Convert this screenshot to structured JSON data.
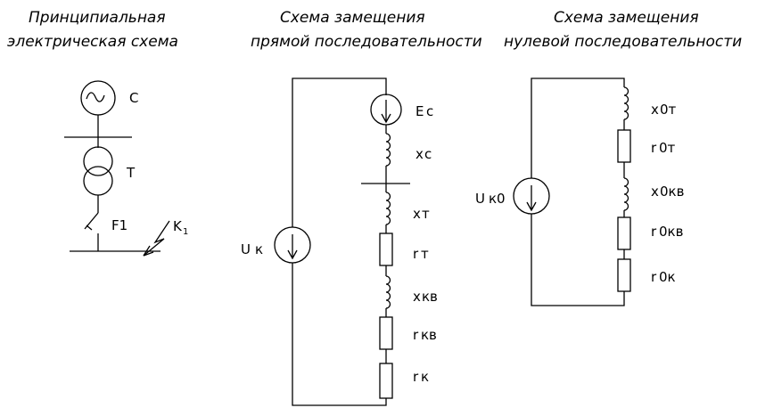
{
  "titles": {
    "principal": [
      "Принципиальная",
      "электрическая схема"
    ],
    "positive": [
      "Схема замещения",
      "прямой последовательности"
    ],
    "zero": [
      "Схема замещения",
      "нулевой последовательности"
    ]
  },
  "principal": {
    "source": "С",
    "transformer": "Т",
    "switch": "F1",
    "fault": {
      "main": "K",
      "sub": "1"
    }
  },
  "positive": {
    "uk": {
      "main": "U",
      "sub": "к"
    },
    "ec": {
      "main": "E",
      "sub": "с"
    },
    "xc": {
      "main": "x",
      "sub": "с"
    },
    "xt": {
      "main": "x",
      "sub": "т"
    },
    "rt": {
      "main": "r",
      "sub": "т"
    },
    "xkv": {
      "main": "x",
      "sub": "кв"
    },
    "rkv": {
      "main": "r",
      "sub": "кв"
    },
    "rk": {
      "main": "r",
      "sub": "к"
    }
  },
  "zero": {
    "uk0": {
      "main": "U",
      "sub": "к0"
    },
    "x0t": {
      "main": "x",
      "sub": "0т"
    },
    "r0t": {
      "main": "r",
      "sub": "0т"
    },
    "x0kv": {
      "main": "x",
      "sub": "0кв"
    },
    "r0kv": {
      "main": "r",
      "sub": "0кв"
    },
    "r0k": {
      "main": "r",
      "sub": "0к"
    }
  }
}
